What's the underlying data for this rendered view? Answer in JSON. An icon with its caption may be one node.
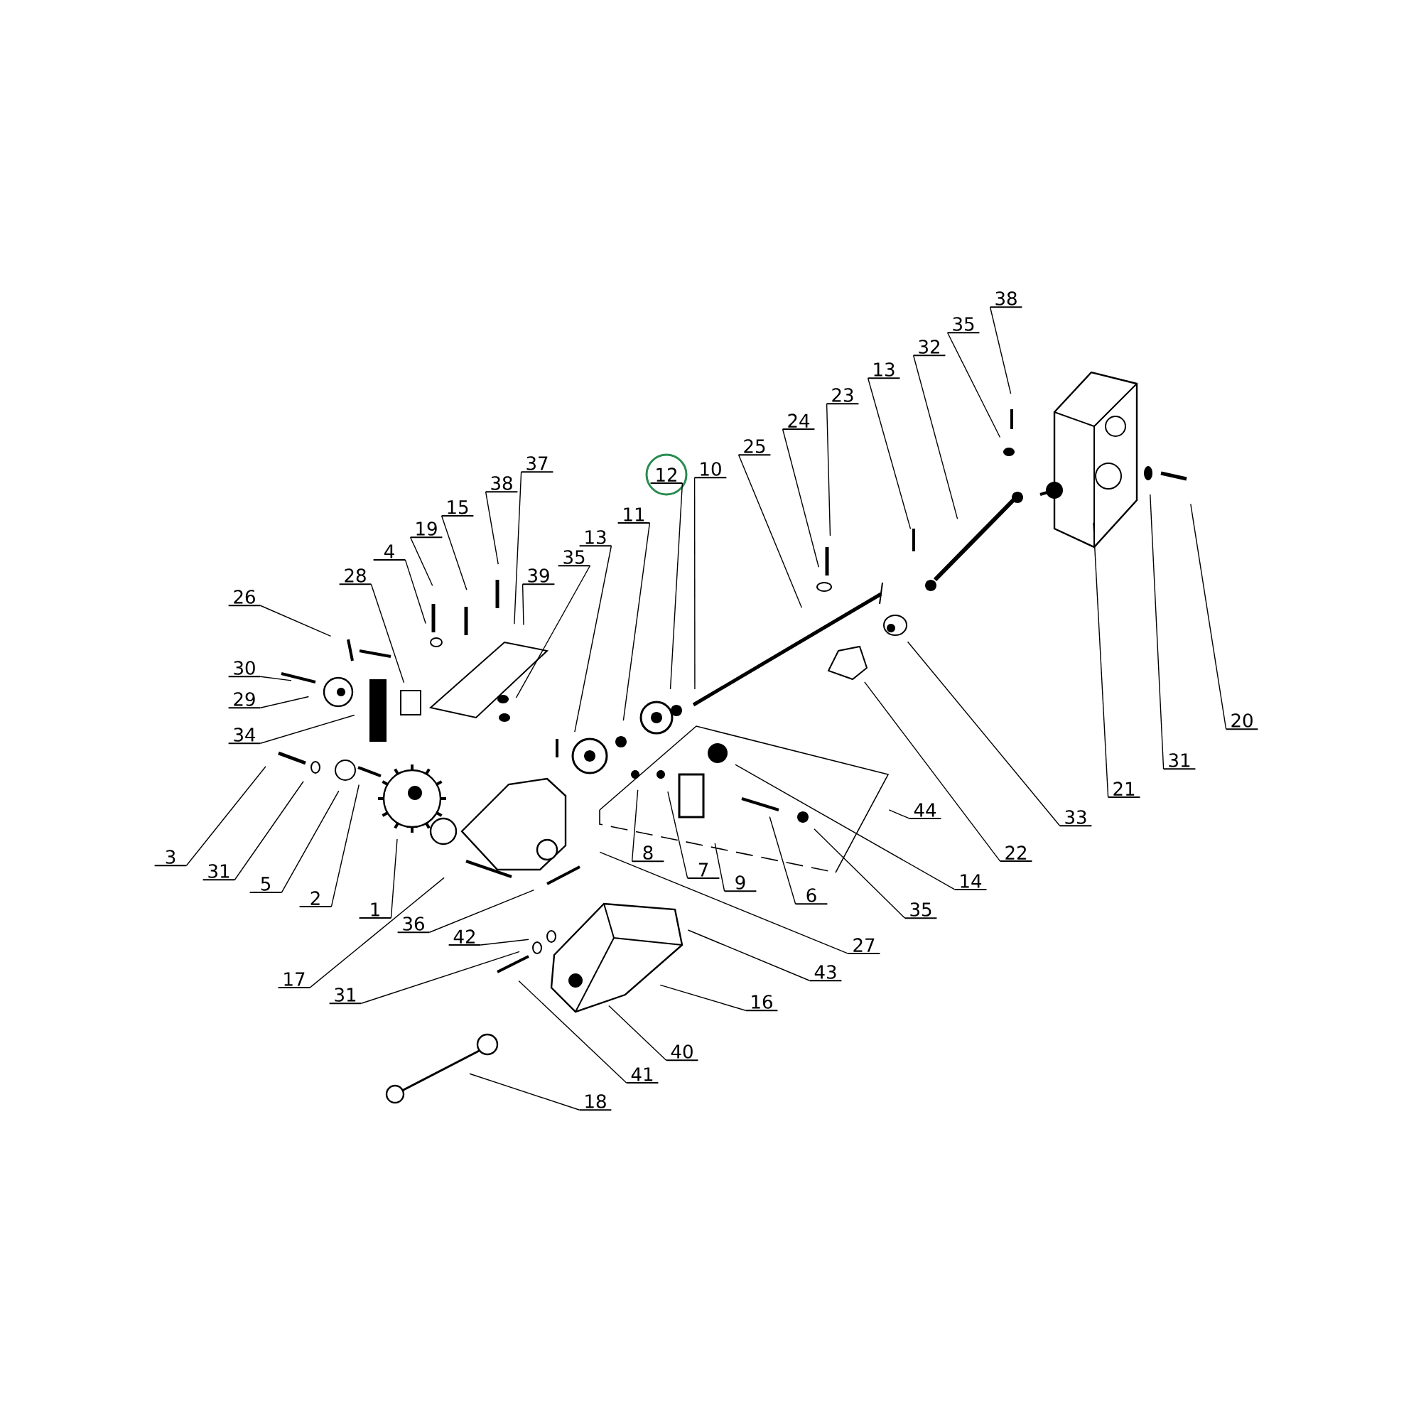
{
  "diagram": {
    "nodes": [
      {
        "text": [
          "38"
        ]
      },
      {
        "text": [
          "35"
        ]
      },
      {
        "text": [
          "32"
        ]
      },
      {
        "text": [
          "13"
        ]
      },
      {
        "text": [
          "23"
        ]
      },
      {
        "text": [
          "24"
        ]
      },
      {
        "text": [
          "25"
        ]
      },
      {
        "text": [
          "10"
        ]
      },
      {
        "text": [
          "12"
        ]
      },
      {
        "text": [
          "11"
        ]
      },
      {
        "text": [
          "13"
        ]
      },
      {
        "text": [
          "35"
        ]
      },
      {
        "text": [
          "37"
        ]
      },
      {
        "text": [
          "38"
        ]
      },
      {
        "text": [
          "39"
        ]
      },
      {
        "text": [
          "15"
        ]
      },
      {
        "text": [
          "19"
        ]
      },
      {
        "text": [
          "4"
        ]
      },
      {
        "text": [
          "28"
        ]
      },
      {
        "text": [
          "26"
        ]
      },
      {
        "text": [
          "30"
        ]
      },
      {
        "text": [
          "29"
        ]
      },
      {
        "text": [
          "34"
        ]
      },
      {
        "text": [
          "3"
        ]
      },
      {
        "text": [
          "31"
        ]
      },
      {
        "text": [
          "5"
        ]
      },
      {
        "text": [
          "2"
        ]
      },
      {
        "text": [
          "1"
        ]
      },
      {
        "text": [
          "36"
        ]
      },
      {
        "text": [
          "42"
        ]
      },
      {
        "text": [
          "17"
        ]
      },
      {
        "text": [
          "31"
        ]
      },
      {
        "text": [
          "18"
        ]
      },
      {
        "text": [
          "41"
        ]
      },
      {
        "text": [
          "40"
        ]
      },
      {
        "text": [
          "16"
        ]
      },
      {
        "text": [
          "43"
        ]
      },
      {
        "text": [
          "27"
        ]
      },
      {
        "text": [
          "8"
        ]
      },
      {
        "text": [
          "7"
        ]
      },
      {
        "text": [
          "9"
        ]
      },
      {
        "text": [
          "6"
        ]
      },
      {
        "text": [
          "35"
        ]
      },
      {
        "text": [
          "14"
        ]
      },
      {
        "text": [
          "44"
        ]
      },
      {
        "text": [
          "22"
        ]
      },
      {
        "text": [
          "33"
        ]
      },
      {
        "text": [
          "21"
        ]
      },
      {
        "text": [
          "31"
        ]
      },
      {
        "text": [
          "20"
        ]
      }
    ],
    "edges": [
      {
        "from": 0,
        "to": null,
        "arrow": "none"
      },
      {
        "from": 1,
        "to": null,
        "arrow": "none"
      },
      {
        "from": 2,
        "to": null,
        "arrow": "none"
      },
      {
        "from": 3,
        "to": null,
        "arrow": "none"
      },
      {
        "from": 4,
        "to": null,
        "arrow": "none"
      },
      {
        "from": 5,
        "to": null,
        "arrow": "none"
      },
      {
        "from": 6,
        "to": null,
        "arrow": "none"
      },
      {
        "from": 7,
        "to": null,
        "arrow": "none"
      },
      {
        "from": 8,
        "to": null,
        "arrow": "none"
      },
      {
        "from": 9,
        "to": null,
        "arrow": "none"
      },
      {
        "from": 10,
        "to": null,
        "arrow": "none"
      },
      {
        "from": 11,
        "to": null,
        "arrow": "none"
      },
      {
        "from": 12,
        "to": null,
        "arrow": "none"
      },
      {
        "from": 13,
        "to": null,
        "arrow": "none"
      },
      {
        "from": 14,
        "to": null,
        "arrow": "none"
      },
      {
        "from": 15,
        "to": null,
        "arrow": "none"
      },
      {
        "from": 16,
        "to": null,
        "arrow": "none"
      },
      {
        "from": 17,
        "to": null,
        "arrow": "none"
      },
      {
        "from": 18,
        "to": null,
        "arrow": "none"
      },
      {
        "from": 19,
        "to": null,
        "arrow": "none"
      },
      {
        "from": 20,
        "to": null,
        "arrow": "none"
      },
      {
        "from": 21,
        "to": null,
        "arrow": "none"
      },
      {
        "from": 22,
        "to": null,
        "arrow": "none"
      },
      {
        "from": 23,
        "to": null,
        "arrow": "none"
      },
      {
        "from": 24,
        "to": null,
        "arrow": "none"
      },
      {
        "from": 25,
        "to": null,
        "arrow": "none"
      },
      {
        "from": 26,
        "to": null,
        "arrow": "none"
      },
      {
        "from": 27,
        "to": null,
        "arrow": "none"
      },
      {
        "from": 28,
        "to": null,
        "arrow": "none"
      },
      {
        "from": 29,
        "to": null,
        "arrow": "none"
      },
      {
        "from": 30,
        "to": null,
        "arrow": "none"
      },
      {
        "from": 31,
        "to": null,
        "arrow": "none"
      },
      {
        "from": 32,
        "to": null,
        "arrow": "none"
      },
      {
        "from": 33,
        "to": null,
        "arrow": "none"
      },
      {
        "from": 34,
        "to": null,
        "arrow": "none"
      },
      {
        "from": 35,
        "to": null,
        "arrow": "none"
      },
      {
        "from": 36,
        "to": null,
        "arrow": "none"
      },
      {
        "from": 37,
        "to": null,
        "arrow": "none"
      },
      {
        "from": 38,
        "to": null,
        "arrow": "none"
      },
      {
        "from": 39,
        "to": null,
        "arrow": "none"
      },
      {
        "from": 40,
        "to": null,
        "arrow": "none"
      },
      {
        "from": 41,
        "to": null,
        "arrow": "none"
      },
      {
        "from": 42,
        "to": null,
        "arrow": "none"
      },
      {
        "from": 43,
        "to": null,
        "arrow": "none"
      },
      {
        "from": 44,
        "to": null,
        "arrow": "none"
      },
      {
        "from": 45,
        "to": null,
        "arrow": "none"
      },
      {
        "from": 46,
        "to": null,
        "arrow": "none"
      },
      {
        "from": 47,
        "to": null,
        "arrow": "none"
      },
      {
        "from": 48,
        "to": null,
        "arrow": "none"
      },
      {
        "from": 49,
        "to": null,
        "arrow": "none"
      }
    ]
  }
}
